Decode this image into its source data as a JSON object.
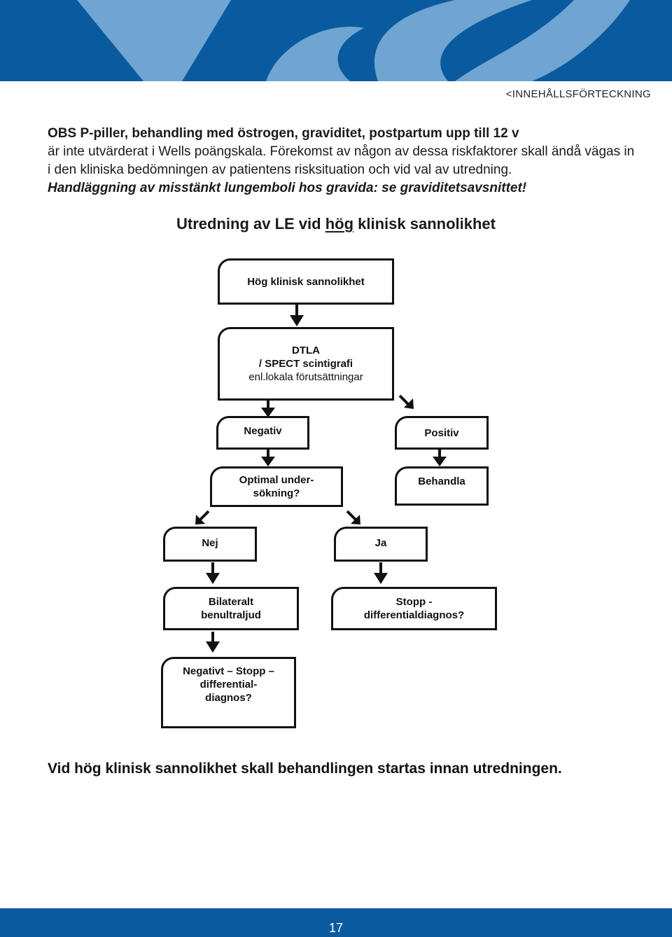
{
  "header": {
    "colors": {
      "dark": "#0a5aa0",
      "light": "#6fa5d0"
    }
  },
  "toc_link": "<INNEHÅLLSFÖRTECKNING",
  "intro": {
    "bold_line": "OBS P-piller, behandling med östrogen, graviditet, postpartum upp till 12 v",
    "text": "är inte utvärderat i Wells poängskala. Förekomst av någon av dessa riskfaktorer skall ändå vägas in i den kliniska bedömningen av patientens risksituation och vid val av utredning.",
    "emphasis": "Handläggning av misstänkt lungemboli hos gravida: se graviditetsavsnittet!"
  },
  "flow_title": {
    "before": "Utredning av LE vid ",
    "underlined": "hög",
    "after": " klinisk sannolikhet"
  },
  "flowchart": {
    "high": "Hög klinisk sannolikhet",
    "dtla_line1": "DTLA",
    "dtla_line2": "/ SPECT scintigrafi",
    "dtla_line3": "enl.lokala förutsättningar",
    "negative": "Negativ",
    "positive": "Positiv",
    "optimal": "Optimal under-\nsökning?",
    "treat": "Behandla",
    "no": "Nej",
    "yes": "Ja",
    "bilateral": "Bilateralt\nbenultraljud",
    "stop_diff": "Stopp -\ndifferentialdiagnos?",
    "neg_stop": "Negativt – Stopp –\ndifferential-\ndiagnos?"
  },
  "bottom_text": "Vid hög klinisk sannolikhet skall behandlingen startas innan utredningen.",
  "page_number": "17"
}
